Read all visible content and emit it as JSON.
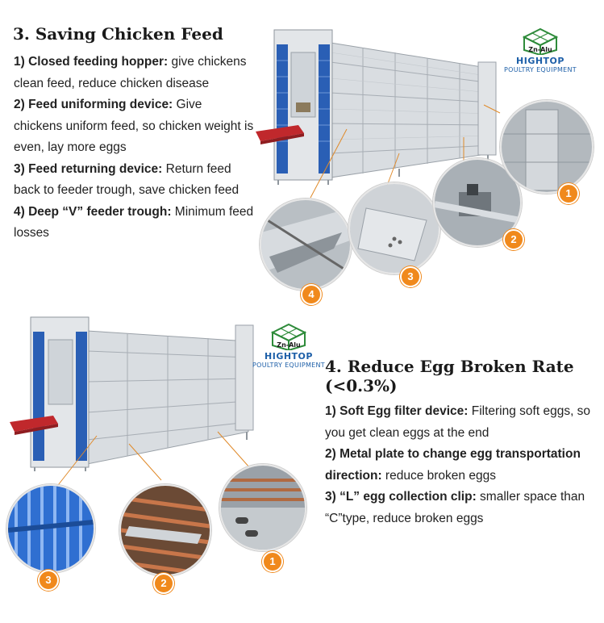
{
  "section3": {
    "title": "3. Saving Chicken Feed",
    "items": [
      {
        "lead": "1) Closed feeding hopper:",
        "text": " give chickens clean feed, reduce chicken disease"
      },
      {
        "lead": "2) Feed uniforming device:",
        "text": " Give chickens uniform feed, so chicken weight is even, lay more eggs"
      },
      {
        "lead": "3) Feed returning device:",
        "text": " Return feed back to feeder trough, save chicken feed"
      },
      {
        "lead": "4) Deep “V” feeder trough:",
        "text": " Minimum feed losses"
      }
    ],
    "badges": [
      "1",
      "2",
      "3",
      "4"
    ]
  },
  "section4": {
    "title_line1": "4. Reduce Egg Broken Rate",
    "title_line2": "(<0.3%)",
    "items": [
      {
        "lead": "1) Soft Egg filter device:",
        "text": " Filtering soft eggs, so you get clean eggs at the end"
      },
      {
        "lead": "2) Metal plate to change egg transportation direction:",
        "text": " reduce broken eggs"
      },
      {
        "lead": "3) “L” egg collection clip:",
        "text": " smaller space than “C”type, reduce broken eggs"
      }
    ],
    "badges": [
      "1",
      "2",
      "3"
    ]
  },
  "logo": {
    "mark_text": "Zn-Alu",
    "brand": "HIGHTOP",
    "tagline": "POULTRY EQUIPMENT"
  },
  "colors": {
    "badge": "#f0891c",
    "logo": "#1d5fa8",
    "logo_green": "#2e8b3a",
    "frame_blue": "#2a5fb5",
    "feeder_red": "#c0282c"
  }
}
